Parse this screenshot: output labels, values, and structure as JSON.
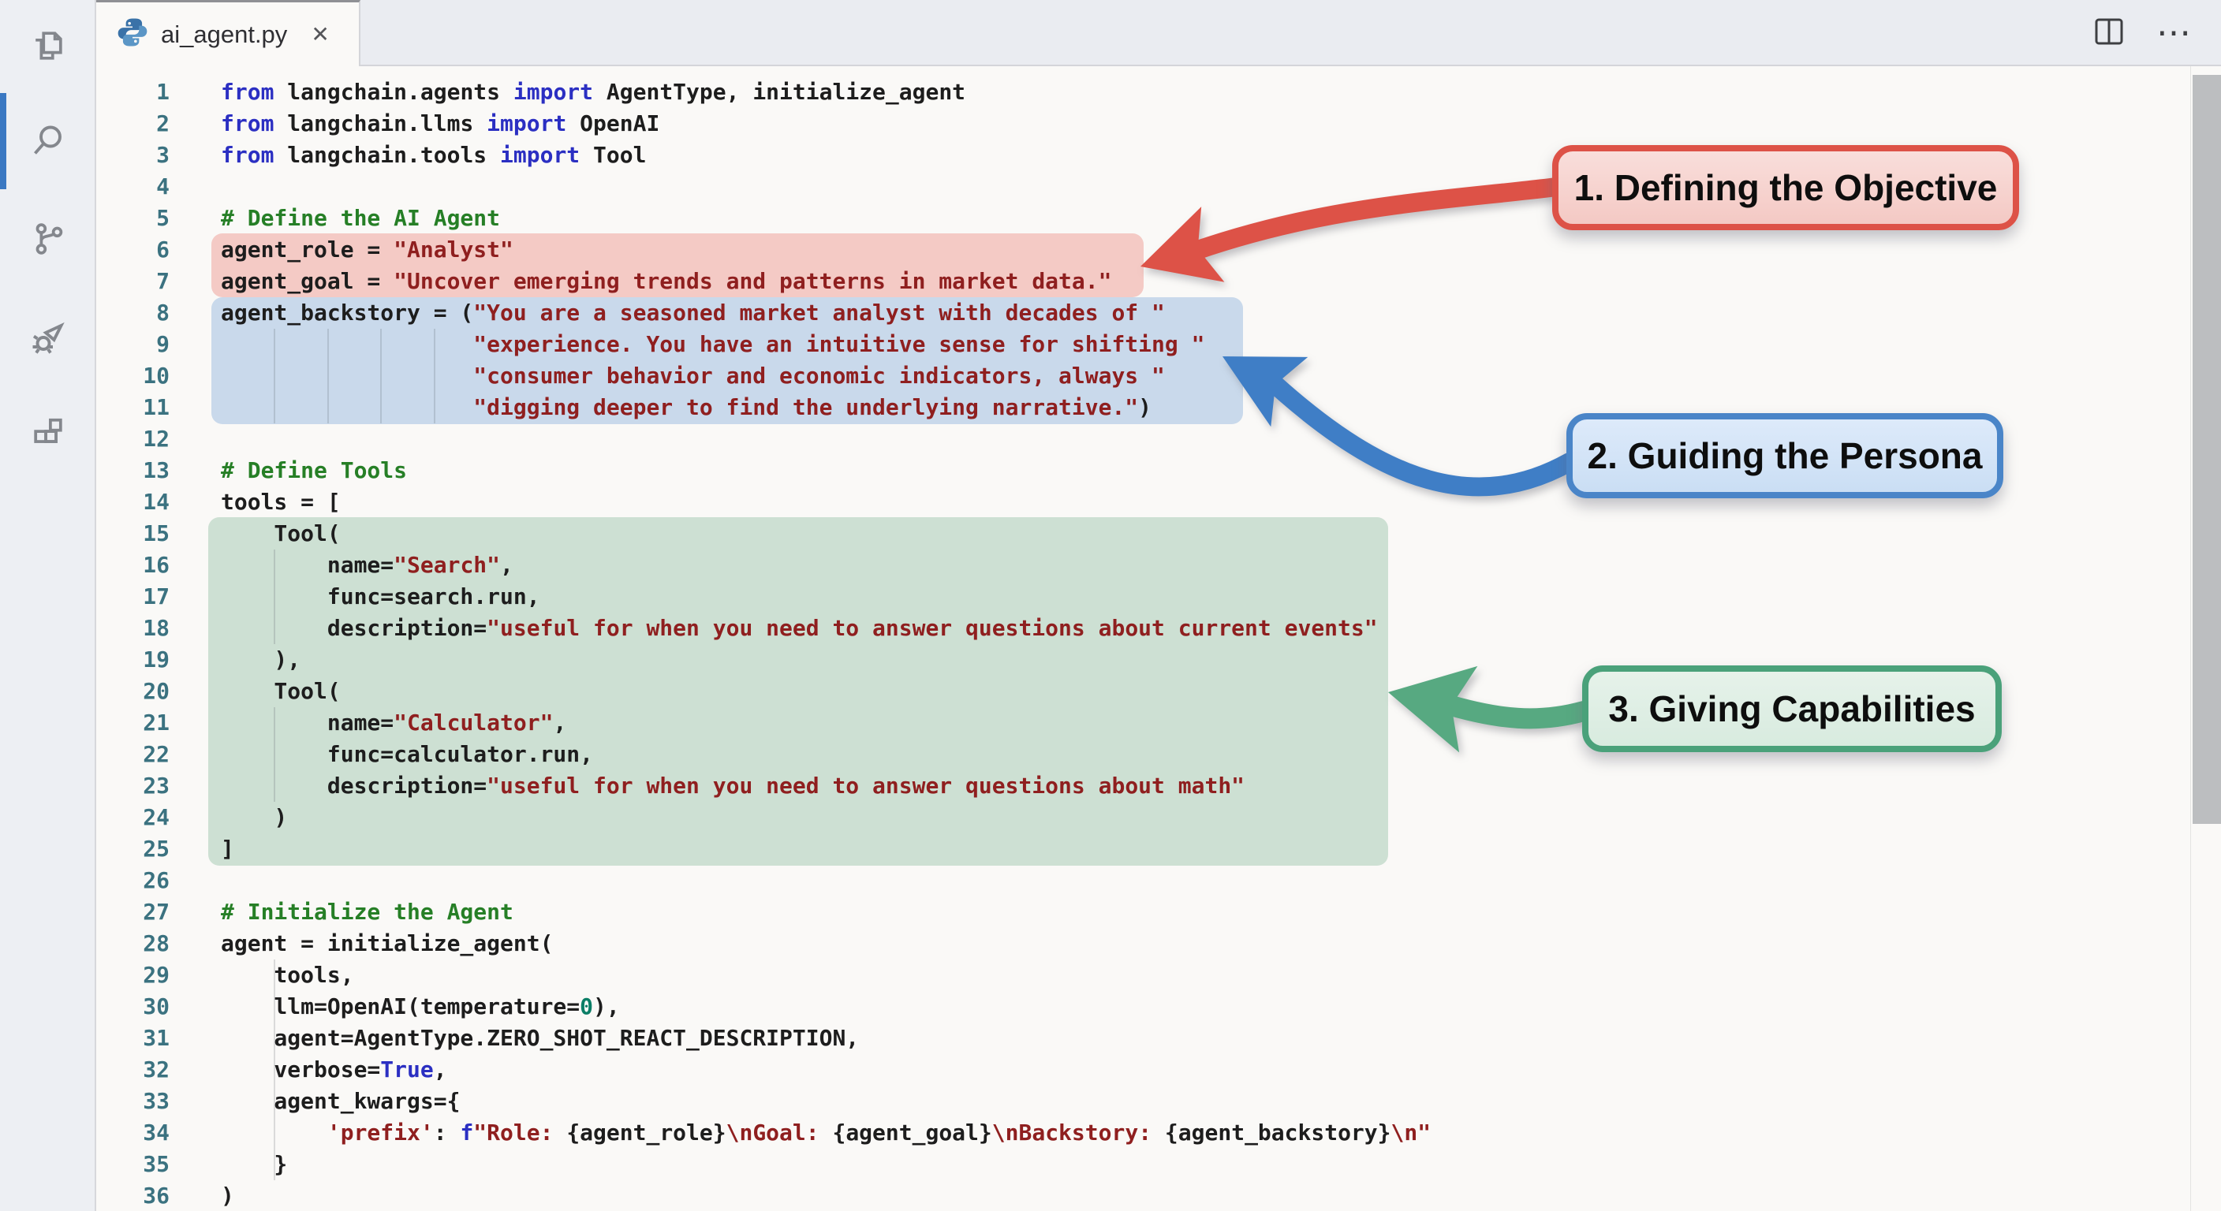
{
  "window": {
    "tab": {
      "filename": "ai_agent.py",
      "close_label": "✕"
    },
    "editor_actions": {
      "split_icon": "split-editor-icon",
      "more_label": "⋯"
    }
  },
  "activity_bar": {
    "items": [
      {
        "name": "explorer-icon"
      },
      {
        "name": "search-icon",
        "active": true
      },
      {
        "name": "source-control-icon"
      },
      {
        "name": "run-debug-icon"
      },
      {
        "name": "extensions-icon"
      }
    ],
    "active_indicator_color": "#3a78c2"
  },
  "annotations": {
    "red": {
      "label": "1. Defining the Objective",
      "border": "#dd5247",
      "fill": "#f4c9c4",
      "highlight_lines": "6-7"
    },
    "blue": {
      "label": "2. Guiding the Persona",
      "border": "#4a85c8",
      "fill": "#cadef4",
      "highlight_lines": "8-11"
    },
    "green": {
      "label": "3. Giving Capabilities",
      "border": "#4aa17a",
      "fill": "#d8ebdf",
      "highlight_lines": "15-25"
    }
  },
  "colors": {
    "keyword": "#2b2fc2",
    "string": "#8f1f1f",
    "comment": "#267f26",
    "number": "#0b7e66",
    "text": "#1d1d1d",
    "line_number": "#3b7280",
    "editor_bg": "#faf9f7",
    "tab_bar_bg": "#eaecf1",
    "activity_bar_bg": "#edeff3"
  },
  "code": {
    "lines": [
      {
        "n": 1,
        "tokens": [
          [
            "k",
            "from"
          ],
          [
            "t",
            " langchain.agents "
          ],
          [
            "k",
            "import"
          ],
          [
            "t",
            " AgentType, initialize_agent"
          ]
        ]
      },
      {
        "n": 2,
        "tokens": [
          [
            "k",
            "from"
          ],
          [
            "t",
            " langchain.llms "
          ],
          [
            "k",
            "import"
          ],
          [
            "t",
            " OpenAI"
          ]
        ]
      },
      {
        "n": 3,
        "tokens": [
          [
            "k",
            "from"
          ],
          [
            "t",
            " langchain.tools "
          ],
          [
            "k",
            "import"
          ],
          [
            "t",
            " Tool"
          ]
        ]
      },
      {
        "n": 4,
        "tokens": []
      },
      {
        "n": 5,
        "tokens": [
          [
            "c",
            "# Define the AI Agent"
          ]
        ]
      },
      {
        "n": 6,
        "tokens": [
          [
            "t",
            "agent_role = "
          ],
          [
            "s",
            "\"Analyst\""
          ]
        ]
      },
      {
        "n": 7,
        "tokens": [
          [
            "t",
            "agent_goal = "
          ],
          [
            "s",
            "\"Uncover emerging trends and patterns in market data.\""
          ]
        ]
      },
      {
        "n": 8,
        "tokens": [
          [
            "t",
            "agent_backstory = ("
          ],
          [
            "s",
            "\"You are a seasoned market analyst with decades of \""
          ]
        ]
      },
      {
        "n": 9,
        "tokens": [
          [
            "t",
            "                   "
          ],
          [
            "s",
            "\"experience. You have an intuitive sense for shifting \""
          ]
        ]
      },
      {
        "n": 10,
        "tokens": [
          [
            "t",
            "                   "
          ],
          [
            "s",
            "\"consumer behavior and economic indicators, always \""
          ]
        ]
      },
      {
        "n": 11,
        "tokens": [
          [
            "t",
            "                   "
          ],
          [
            "s",
            "\"digging deeper to find the underlying narrative.\""
          ],
          [
            "t",
            ")"
          ]
        ]
      },
      {
        "n": 12,
        "tokens": []
      },
      {
        "n": 13,
        "tokens": [
          [
            "c",
            "# Define Tools"
          ]
        ]
      },
      {
        "n": 14,
        "tokens": [
          [
            "t",
            "tools = ["
          ]
        ]
      },
      {
        "n": 15,
        "tokens": [
          [
            "t",
            "    Tool("
          ]
        ]
      },
      {
        "n": 16,
        "tokens": [
          [
            "t",
            "        name="
          ],
          [
            "s",
            "\"Search\""
          ],
          [
            "t",
            ","
          ]
        ]
      },
      {
        "n": 17,
        "tokens": [
          [
            "t",
            "        func=search.run,"
          ]
        ]
      },
      {
        "n": 18,
        "tokens": [
          [
            "t",
            "        description="
          ],
          [
            "s",
            "\"useful for when you need to answer questions about current events\""
          ]
        ]
      },
      {
        "n": 19,
        "tokens": [
          [
            "t",
            "    ),"
          ]
        ]
      },
      {
        "n": 20,
        "tokens": [
          [
            "t",
            "    Tool("
          ]
        ]
      },
      {
        "n": 21,
        "tokens": [
          [
            "t",
            "        name="
          ],
          [
            "s",
            "\"Calculator\""
          ],
          [
            "t",
            ","
          ]
        ]
      },
      {
        "n": 22,
        "tokens": [
          [
            "t",
            "        func=calculator.run,"
          ]
        ]
      },
      {
        "n": 23,
        "tokens": [
          [
            "t",
            "        description="
          ],
          [
            "s",
            "\"useful for when you need to answer questions about math\""
          ]
        ]
      },
      {
        "n": 24,
        "tokens": [
          [
            "t",
            "    )"
          ]
        ]
      },
      {
        "n": 25,
        "tokens": [
          [
            "t",
            "]"
          ]
        ]
      },
      {
        "n": 26,
        "tokens": []
      },
      {
        "n": 27,
        "tokens": [
          [
            "c",
            "# Initialize the Agent"
          ]
        ]
      },
      {
        "n": 28,
        "tokens": [
          [
            "t",
            "agent = initialize_agent("
          ]
        ]
      },
      {
        "n": 29,
        "tokens": [
          [
            "t",
            "    tools,"
          ]
        ]
      },
      {
        "n": 30,
        "tokens": [
          [
            "t",
            "    llm=OpenAI(temperature="
          ],
          [
            "n",
            "0"
          ],
          [
            "t",
            "),"
          ]
        ]
      },
      {
        "n": 31,
        "tokens": [
          [
            "t",
            "    agent=AgentType.ZERO_SHOT_REACT_DESCRIPTION,"
          ]
        ]
      },
      {
        "n": 32,
        "tokens": [
          [
            "t",
            "    verbose="
          ],
          [
            "k",
            "True"
          ],
          [
            "t",
            ","
          ]
        ]
      },
      {
        "n": 33,
        "tokens": [
          [
            "t",
            "    agent_kwargs={"
          ]
        ]
      },
      {
        "n": 34,
        "tokens": [
          [
            "t",
            "        "
          ],
          [
            "s",
            "'prefix'"
          ],
          [
            "t",
            ": "
          ],
          [
            "k",
            "f"
          ],
          [
            "s",
            "\"Role: "
          ],
          [
            "t",
            "{agent_role}"
          ],
          [
            "s",
            "\\nGoal: "
          ],
          [
            "t",
            "{agent_goal}"
          ],
          [
            "s",
            "\\nBackstory: "
          ],
          [
            "t",
            "{agent_backstory}"
          ],
          [
            "s",
            "\\n\""
          ]
        ]
      },
      {
        "n": 35,
        "tokens": [
          [
            "t",
            "    }"
          ]
        ]
      },
      {
        "n": 36,
        "tokens": [
          [
            "t",
            ")"
          ]
        ]
      }
    ]
  }
}
